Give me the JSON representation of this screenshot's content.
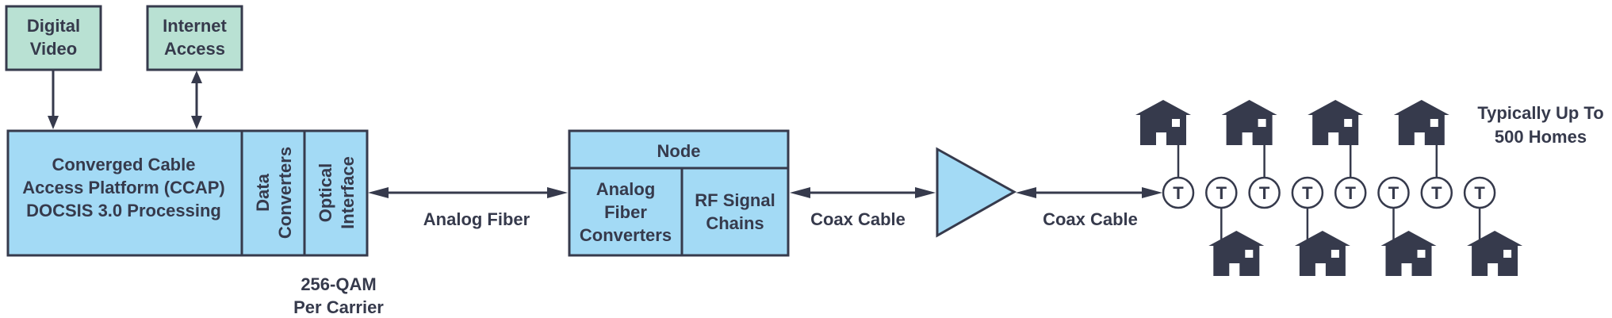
{
  "colors": {
    "ink": "#363a4c",
    "source_fill": "#b9e1d3",
    "block_fill": "#a3daf5",
    "background": "#ffffff"
  },
  "sources": {
    "digital_video": [
      "Digital",
      "Video"
    ],
    "internet_access": [
      "Internet",
      "Access"
    ]
  },
  "ccap": {
    "main": [
      "Converged Cable",
      "Access Platform (CCAP)",
      "DOCSIS 3.0 Processing"
    ],
    "data_converters": [
      "Data",
      "Converters"
    ],
    "optical_interface": [
      "Optical",
      "Interface"
    ],
    "modulation_note": [
      "256-QAM",
      "Per Carrier"
    ]
  },
  "links": {
    "fiber": "Analog Fiber",
    "coax_1": "Coax Cable",
    "coax_2": "Coax Cable"
  },
  "node": {
    "title": "Node",
    "analog_fiber_converters": [
      "Analog",
      "Fiber",
      "Converters"
    ],
    "rf_signal_chains": [
      "RF Signal",
      "Chains"
    ]
  },
  "amplifier": {
    "icon": "amplifier-triangle-icon"
  },
  "taps": {
    "label": "T",
    "count": 8,
    "houses_above": [
      0,
      2,
      4,
      6
    ],
    "houses_below": [
      1,
      3,
      5,
      7
    ]
  },
  "homes_note": [
    "Typically Up To",
    "500 Homes"
  ]
}
